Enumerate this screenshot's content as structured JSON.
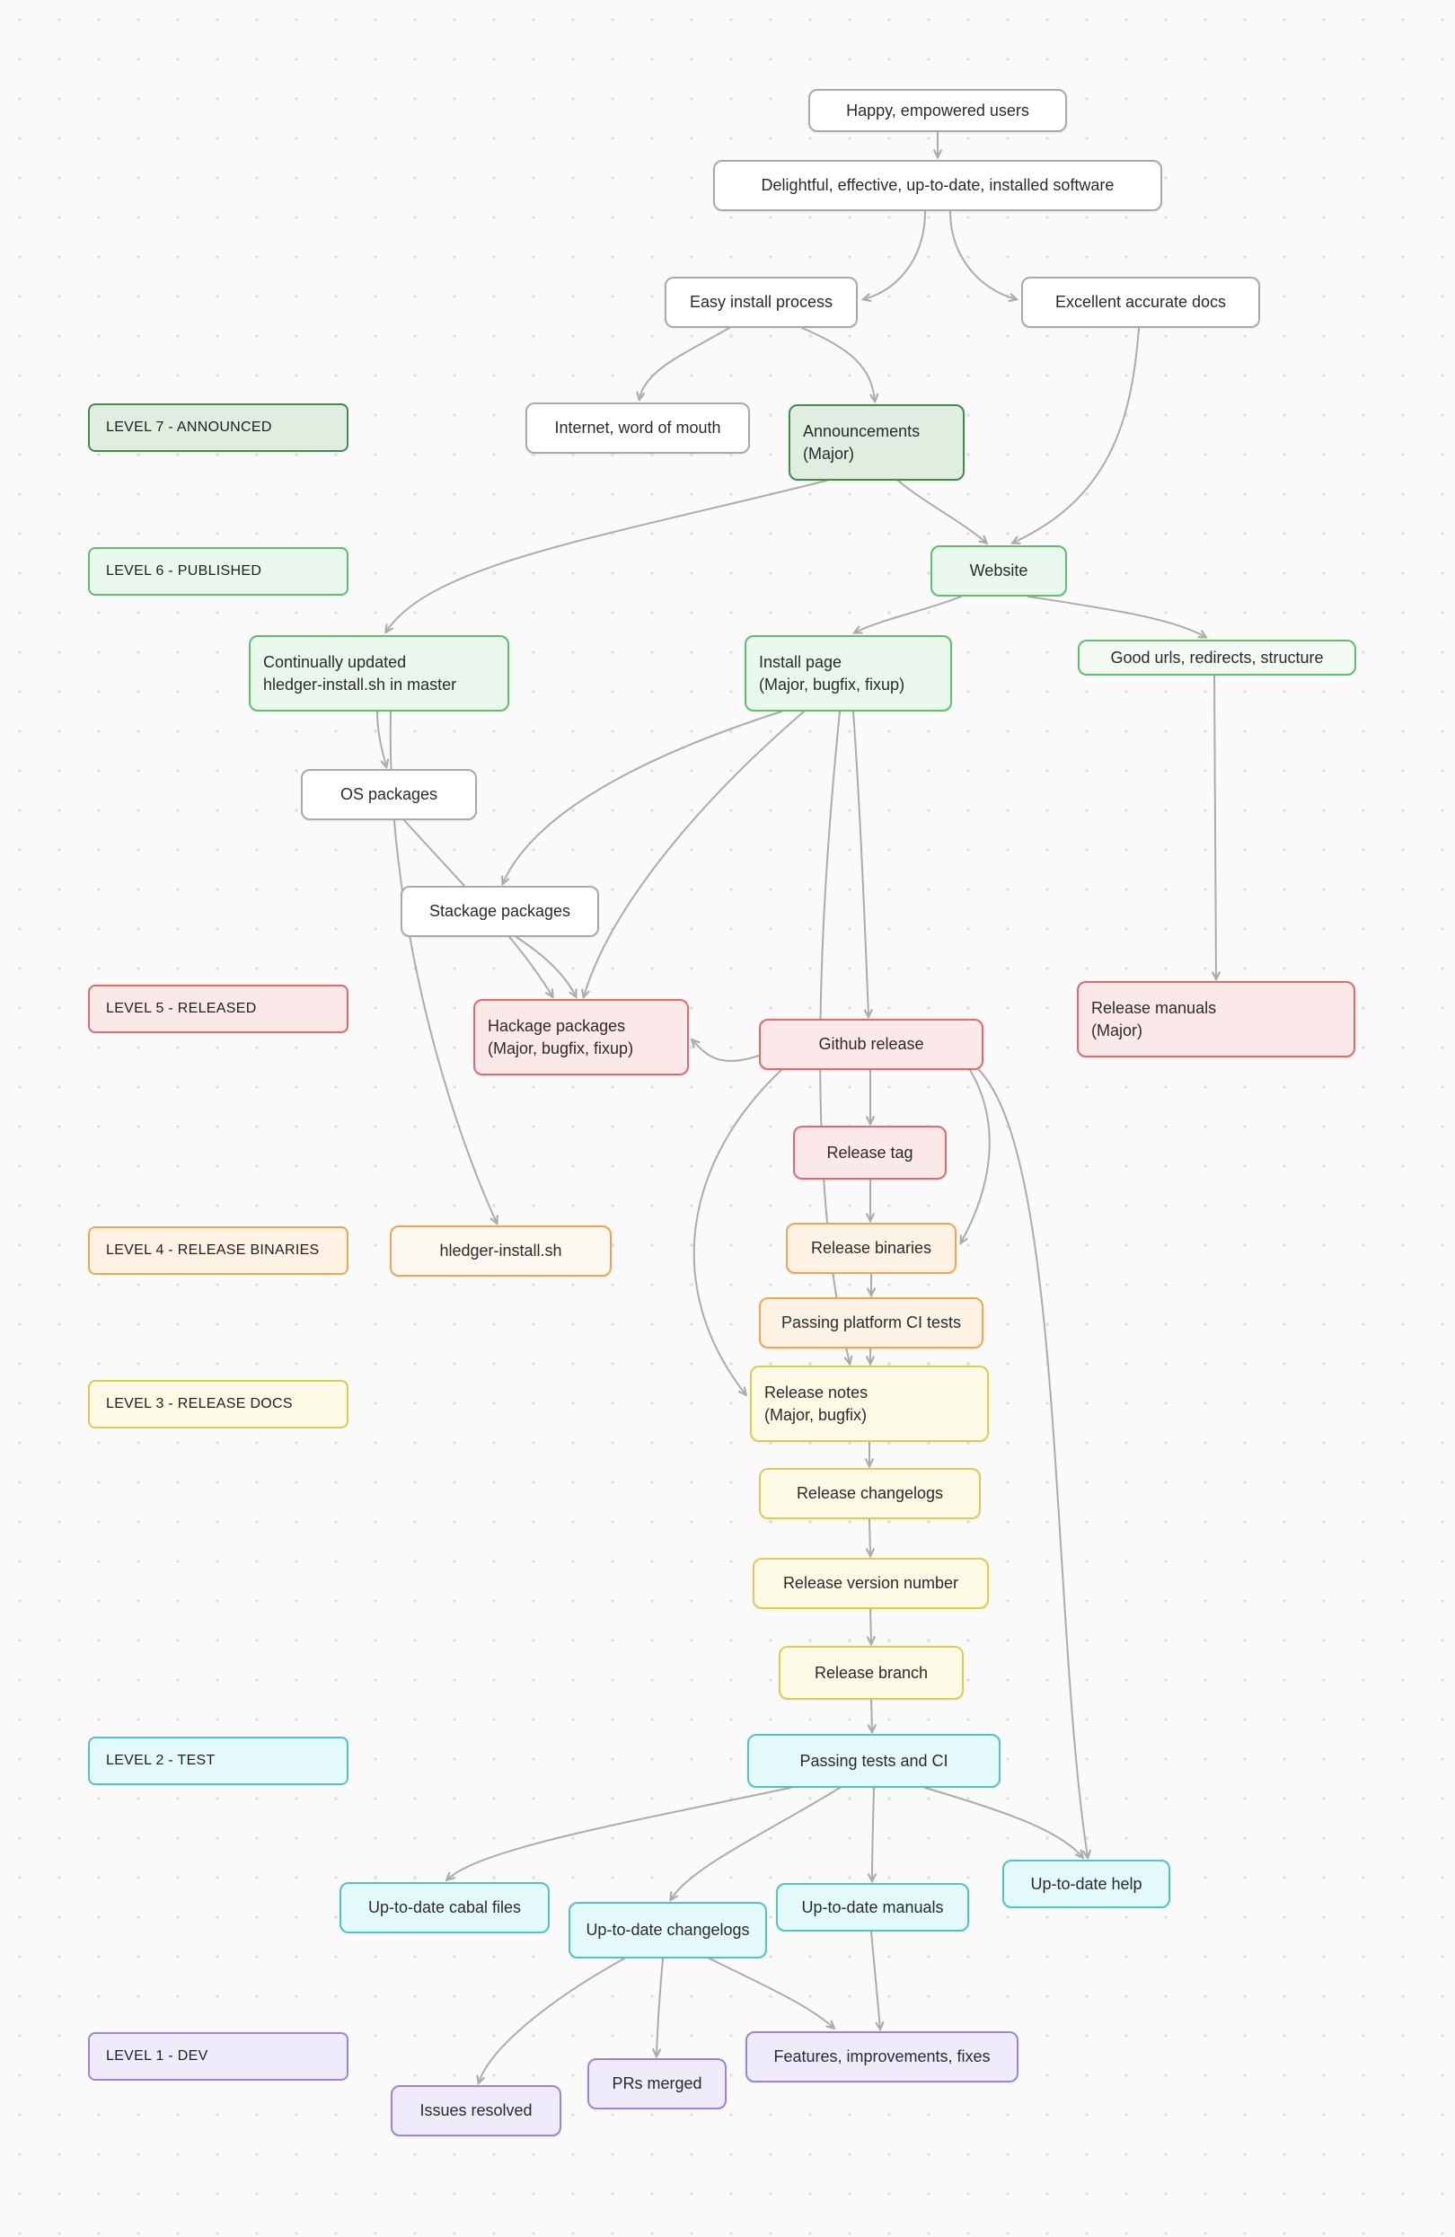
{
  "diagram": {
    "background_color": "#FAFAFA",
    "edge_color": "#ACACAC",
    "colors": {
      "green_dark": "#3E8E49",
      "green": "#5FBF6E",
      "red": "#E26A6A",
      "orange": "#EDA84F",
      "yellow": "#DECC52",
      "cyan": "#4FC4C4",
      "purple": "#9A86D4",
      "neutral": "#A9A9A9"
    },
    "levels": [
      {
        "label": "LEVEL 7 - ANNOUNCED"
      },
      {
        "label": "LEVEL 6 - PUBLISHED"
      },
      {
        "label": "LEVEL 5 - RELEASED"
      },
      {
        "label": "LEVEL 4 - RELEASE BINARIES"
      },
      {
        "label": "LEVEL 3 - RELEASE DOCS"
      },
      {
        "label": "LEVEL 2 - TEST"
      },
      {
        "label": "LEVEL 1 - DEV"
      }
    ],
    "nodes": {
      "happy": {
        "line1": "Happy, empowered users"
      },
      "delightful": {
        "line1": "Delightful, effective, up-to-date, installed software"
      },
      "easy_install": {
        "line1": "Easy install process"
      },
      "excellent_docs": {
        "line1": "Excellent accurate docs"
      },
      "internet": {
        "line1": "Internet, word of mouth"
      },
      "announcements": {
        "line1": "Announcements",
        "line2": "(Major)"
      },
      "website": {
        "line1": "Website"
      },
      "continually_updated": {
        "line1": "Continually updated",
        "line2": "hledger-install.sh in master"
      },
      "install_page": {
        "line1": "Install page",
        "line2": "(Major, bugfix, fixup)"
      },
      "good_urls": {
        "line1": "Good urls, redirects, structure"
      },
      "os_packages": {
        "line1": "OS packages"
      },
      "stackage_packages": {
        "line1": "Stackage packages"
      },
      "hackage_packages": {
        "line1": "Hackage packages",
        "line2": "(Major, bugfix, fixup)"
      },
      "github_release": {
        "line1": "Github release"
      },
      "release_manuals": {
        "line1": "Release manuals",
        "line2": "(Major)"
      },
      "release_tag": {
        "line1": "Release tag"
      },
      "hledger_install_sh": {
        "line1": "hledger-install.sh"
      },
      "release_binaries": {
        "line1": "Release binaries"
      },
      "platform_ci": {
        "line1": "Passing platform CI tests"
      },
      "release_notes": {
        "line1": "Release notes",
        "line2": "(Major, bugfix)"
      },
      "release_changelogs": {
        "line1": "Release changelogs"
      },
      "release_version": {
        "line1": "Release version number"
      },
      "release_branch": {
        "line1": "Release branch"
      },
      "passing_tests": {
        "line1": "Passing tests and CI"
      },
      "cabal_files": {
        "line1": "Up-to-date cabal files"
      },
      "utd_changelogs": {
        "line1": "Up-to-date changelogs"
      },
      "utd_manuals": {
        "line1": "Up-to-date manuals"
      },
      "utd_help": {
        "line1": "Up-to-date help"
      },
      "features": {
        "line1": "Features, improvements, fixes"
      },
      "prs_merged": {
        "line1": "PRs merged"
      },
      "issues_resolved": {
        "line1": "Issues resolved"
      }
    }
  }
}
